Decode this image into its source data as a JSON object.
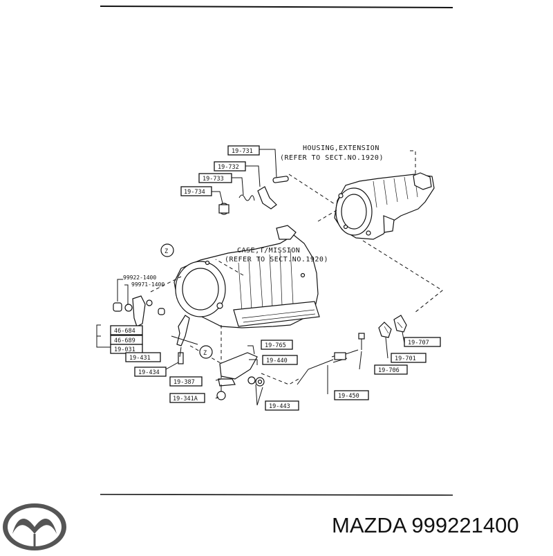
{
  "brand": {
    "logo_name": "mazda-logo",
    "caption": "MAZDA 999221400"
  },
  "diagram": {
    "notes": {
      "housing_line1": "HOUSING,EXTENSION",
      "housing_line2": "(REFER TO SECT.NO.1920)",
      "case_line1": "CASE,T/MISSION",
      "case_line2": "(REFER TO SECT.NO.1920)",
      "circle_marker": "Z"
    },
    "callouts": {
      "p19_731": "19-731",
      "p19_732": "19-732",
      "p19_733": "19-733",
      "p19_734": "19-734",
      "p99922": "99922-1400",
      "p99971": "99971-1400",
      "p46_684": "46-684",
      "p46_689": "46-689",
      "p19_031": "19-031",
      "p19_431": "19-431",
      "p19_434": "19-434",
      "p19_387": "19-387",
      "p19_341a": "19-341A",
      "p19_765": "19-765",
      "p19_440": "19-440",
      "p19_443": "19-443",
      "p19_450": "19-450",
      "p19_706": "19-706",
      "p19_701": "19-701",
      "p19_707": "19-707"
    }
  },
  "colors": {
    "ink": "#111111",
    "paper": "#ffffff",
    "logo": "#555555"
  }
}
